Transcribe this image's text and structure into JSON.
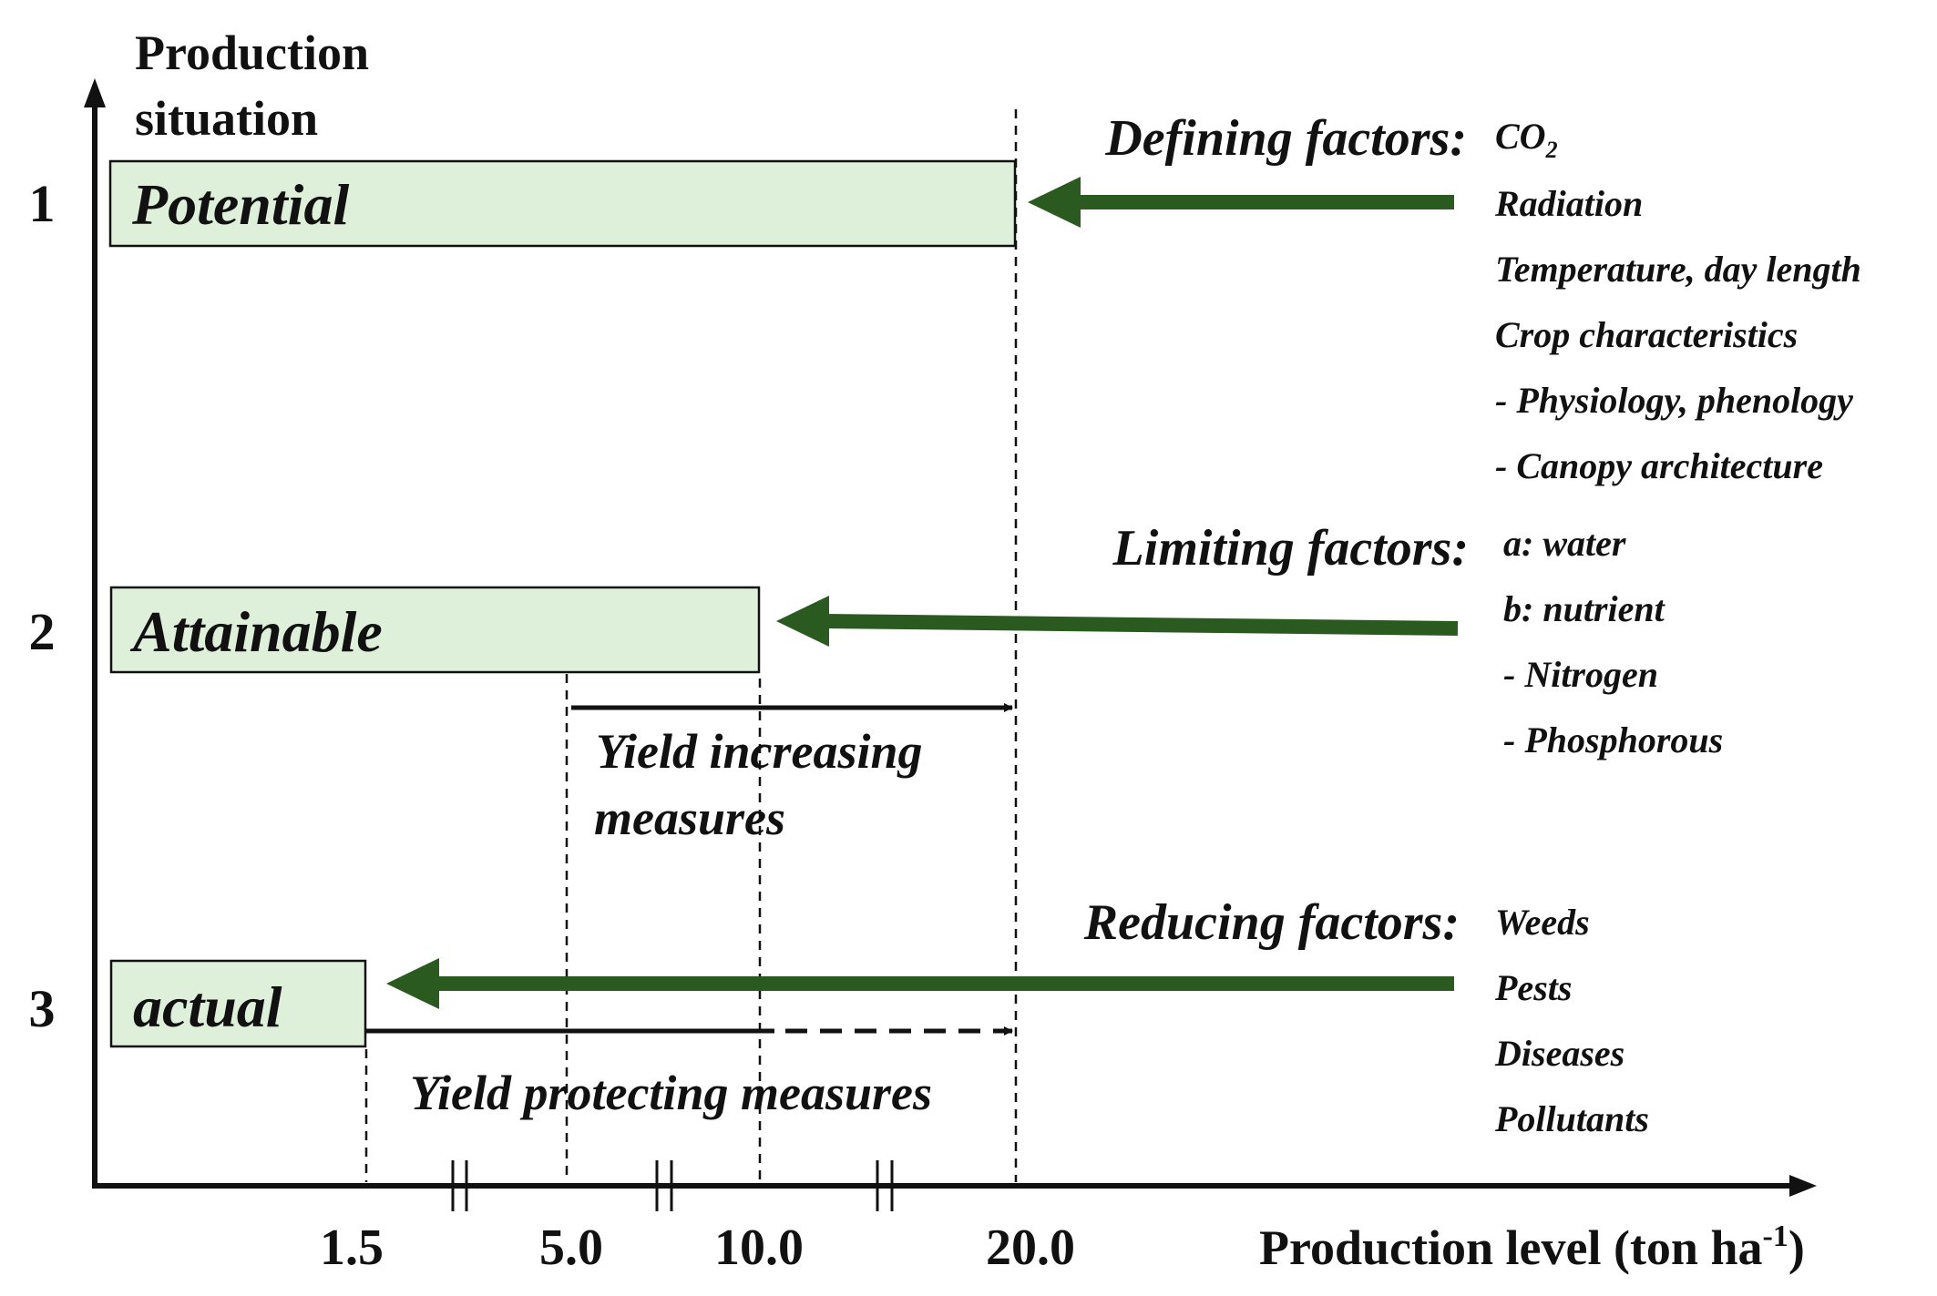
{
  "axes": {
    "y_title_line1": "Production",
    "y_title_line2": "situation",
    "x_title_main": "Production level (ton ha",
    "x_title_sup": "-1",
    "x_title_close": ")",
    "x_ticks": [
      "1.5",
      "5.0",
      "10.0",
      "20.0"
    ]
  },
  "situations": [
    {
      "number": "1",
      "label": "Potential"
    },
    {
      "number": "2",
      "label": "Attainable"
    },
    {
      "number": "3",
      "label": "actual"
    }
  ],
  "defining": {
    "heading": "Defining factors:",
    "co2_main": "CO",
    "co2_sub": "2",
    "items": [
      "Radiation",
      "Temperature, day length",
      "Crop characteristics",
      "- Physiology, phenology",
      "- Canopy architecture"
    ]
  },
  "limiting": {
    "heading": "Limiting factors:",
    "items": [
      "a: water",
      "b: nutrient",
      "- Nitrogen",
      "- Phosphorous"
    ]
  },
  "reducing": {
    "heading": "Reducing factors:",
    "items": [
      "Weeds",
      "Pests",
      "Diseases",
      "Pollutants"
    ]
  },
  "measures": {
    "increasing_line1": "Yield increasing",
    "increasing_line2": "measures",
    "protecting": "Yield protecting measures"
  },
  "colors": {
    "box_fill": "#dff0da",
    "factor_arrow": "#2a5a1f",
    "ink": "#111111"
  }
}
